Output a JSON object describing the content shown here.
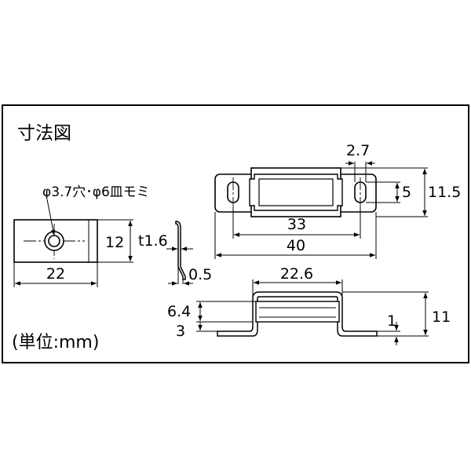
{
  "title": "寸法図",
  "unit_label": "(単位:mm)",
  "hole_note": "φ3.7穴･φ6皿モミ",
  "dims": {
    "plate_width": "22",
    "plate_height": "12",
    "thickness": "t1.6",
    "bend_offset": "0.5",
    "slot_width": "2.7",
    "slot_length": "5",
    "total_height": "11.5",
    "hole_pitch": "33",
    "total_length": "40",
    "body_width": "22.6",
    "body_height": "6.4",
    "flange_rise": "3",
    "flange_thickness": "1",
    "overall_height": "11"
  }
}
